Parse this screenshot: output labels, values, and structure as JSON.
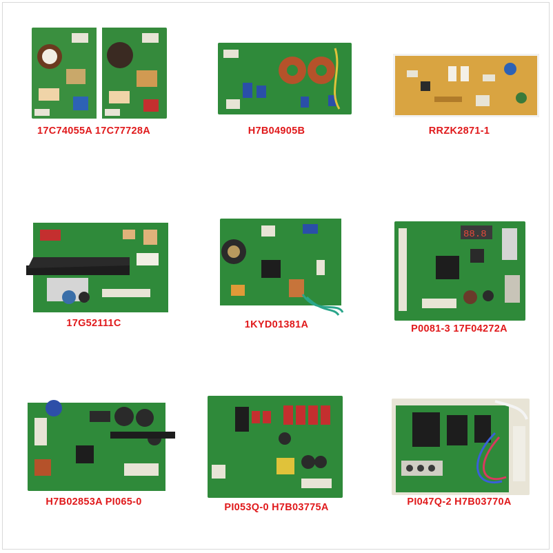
{
  "colors": {
    "caption": "#e0191b",
    "pcb_green": "#2f8a3a",
    "pcb_orange": "#d9a441"
  },
  "products": [
    {
      "label": "17C74055A 17C77728A"
    },
    {
      "label": "H7B04905B"
    },
    {
      "label": "RRZK2871-1"
    },
    {
      "label": "17G52111C"
    },
    {
      "label": "1KYD01381A"
    },
    {
      "label": "P0081-3 17F04272A"
    },
    {
      "label": "H7B02853A PI065-0"
    },
    {
      "label": "PI053Q-0 H7B03775A"
    },
    {
      "label": "PI047Q-2 H7B03770A"
    }
  ]
}
